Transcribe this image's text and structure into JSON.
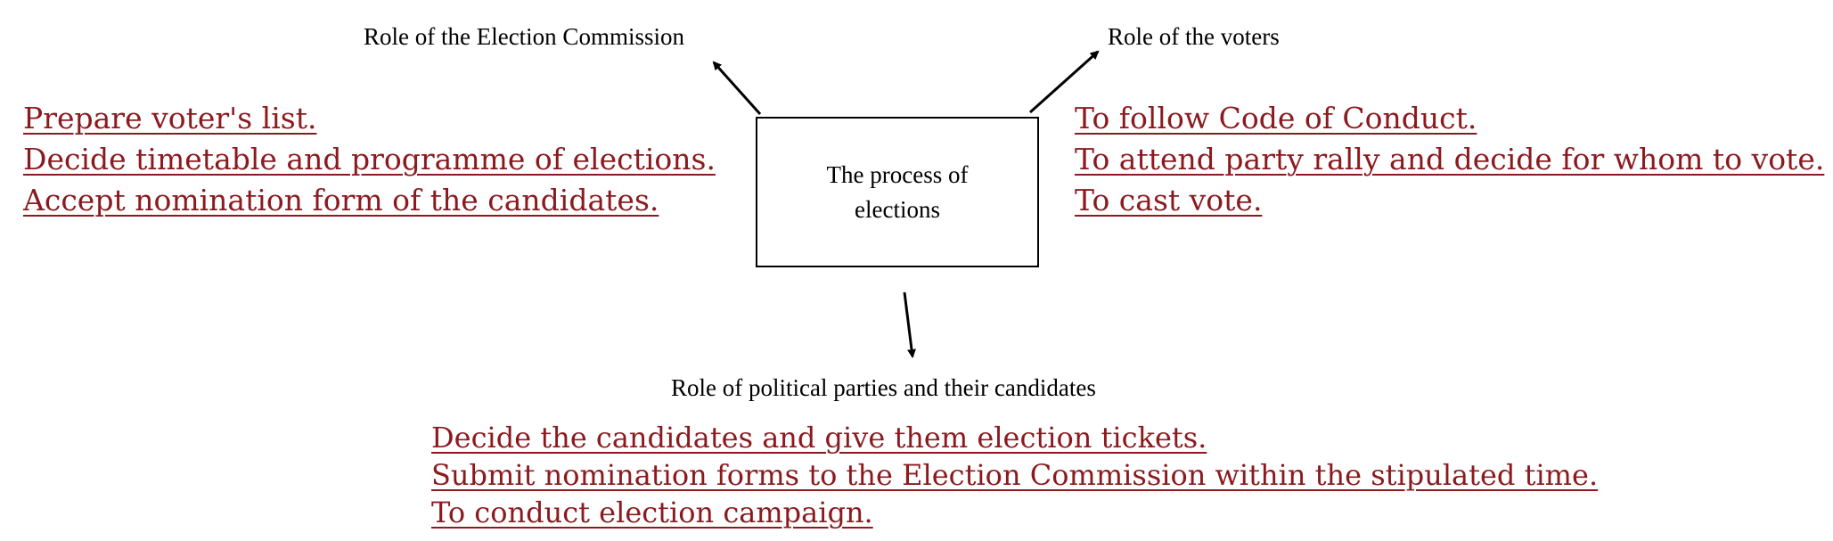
{
  "diagram": {
    "center": {
      "line1": "The process of",
      "line2": "elections"
    },
    "election_commission": {
      "title": "Role of the Election Commission",
      "answers": [
        "Prepare voter's list.",
        "Decide timetable and programme of elections.",
        "Accept nomination form of the candidates."
      ]
    },
    "voters": {
      "title": "Role of the voters",
      "answers": [
        "To follow Code of Conduct.",
        "To attend party rally and decide for whom to vote.",
        "To cast vote."
      ]
    },
    "political_parties": {
      "title": "Role of political parties and their candidates",
      "answers": [
        "Decide the candidates and give them election tickets.",
        "Submit nomination forms to the Election Commission within the stipulated time.",
        "To conduct election campaign."
      ]
    },
    "colors": {
      "answer_text": "#8b1a1f",
      "label_text": "#000000",
      "lines": "#000000"
    }
  }
}
